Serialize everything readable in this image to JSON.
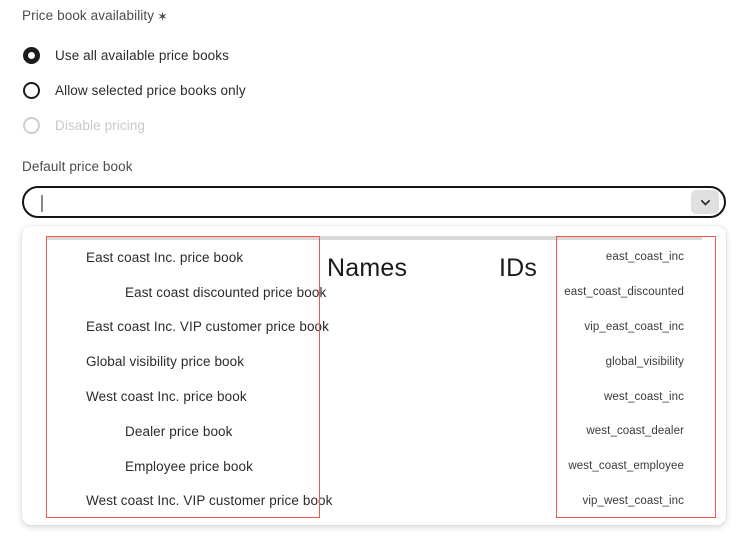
{
  "form": {
    "group_label": "Price book availability",
    "required_marker": "✶",
    "radios": [
      {
        "label": "Use all available price books",
        "state": "checked"
      },
      {
        "label": "Allow selected price books only",
        "state": "unchecked"
      },
      {
        "label": "Disable pricing",
        "state": "disabled"
      }
    ],
    "default_price_book": {
      "label": "Default price book",
      "value": "",
      "placeholder": "",
      "trigger_icon": "chevron-down-icon"
    }
  },
  "dropdown": {
    "options": [
      {
        "name": "East coast Inc. price book",
        "id": "east_coast_inc",
        "nested": false
      },
      {
        "name": "East coast discounted price book",
        "id": "east_coast_discounted",
        "nested": true
      },
      {
        "name": "East coast Inc. VIP customer price book",
        "id": "vip_east_coast_inc",
        "nested": false
      },
      {
        "name": "Global visibility price book",
        "id": "global_visibility",
        "nested": false
      },
      {
        "name": "West coast Inc. price book",
        "id": "west_coast_inc",
        "nested": false
      },
      {
        "name": "Dealer price book",
        "id": "west_coast_dealer",
        "nested": true
      },
      {
        "name": "Employee price book",
        "id": "west_coast_employee",
        "nested": true
      },
      {
        "name": "West coast Inc. VIP customer price book",
        "id": "vip_west_coast_inc",
        "nested": false
      }
    ]
  },
  "annotations": {
    "names_label": "Names",
    "ids_label": "IDs",
    "highlight_color": "#f4554c"
  }
}
